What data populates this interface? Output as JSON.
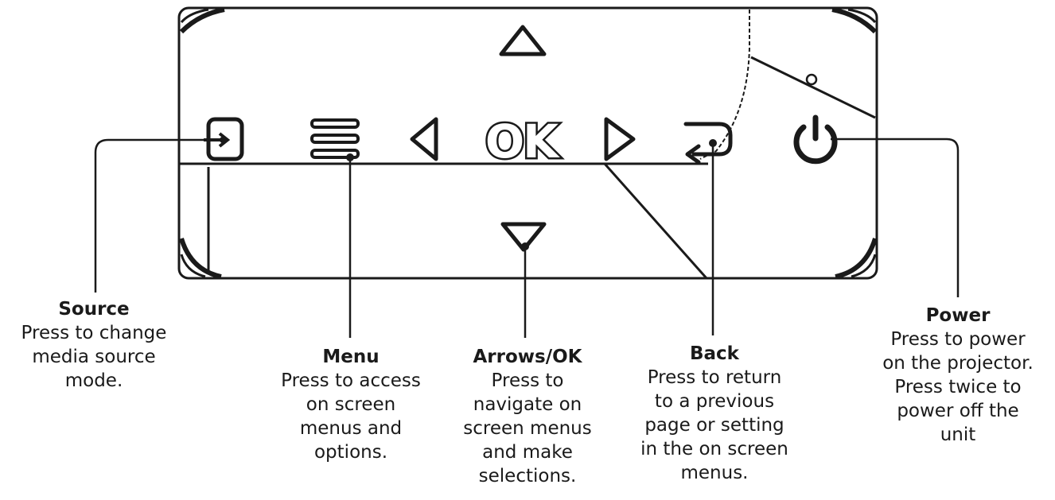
{
  "panel": {
    "ok_label": "OK"
  },
  "callouts": {
    "source": {
      "title": "Source",
      "description": "Press to change\nmedia source\nmode."
    },
    "menu": {
      "title": "Menu",
      "description": "Press to access\non screen\nmenus and\noptions."
    },
    "arrows": {
      "title": "Arrows/OK",
      "description": "Press to\nnavigate on\nscreen menus\nand make\nselections."
    },
    "back": {
      "title": "Back",
      "description": "Press to return\nto a previous\npage or setting\nin the on screen\nmenus."
    },
    "power": {
      "title": "Power",
      "description": "Press to power\non the projector.\nPress twice to\npower off the\nunit"
    }
  },
  "buttons": [
    {
      "id": "source",
      "icon": "source-input-icon"
    },
    {
      "id": "menu",
      "icon": "menu-icon"
    },
    {
      "id": "left",
      "icon": "arrow-left-icon"
    },
    {
      "id": "ok",
      "icon": "ok-label"
    },
    {
      "id": "right",
      "icon": "arrow-right-icon"
    },
    {
      "id": "up",
      "icon": "arrow-up-icon"
    },
    {
      "id": "down",
      "icon": "arrow-down-icon"
    },
    {
      "id": "back",
      "icon": "back-return-icon"
    },
    {
      "id": "power",
      "icon": "power-icon"
    }
  ]
}
